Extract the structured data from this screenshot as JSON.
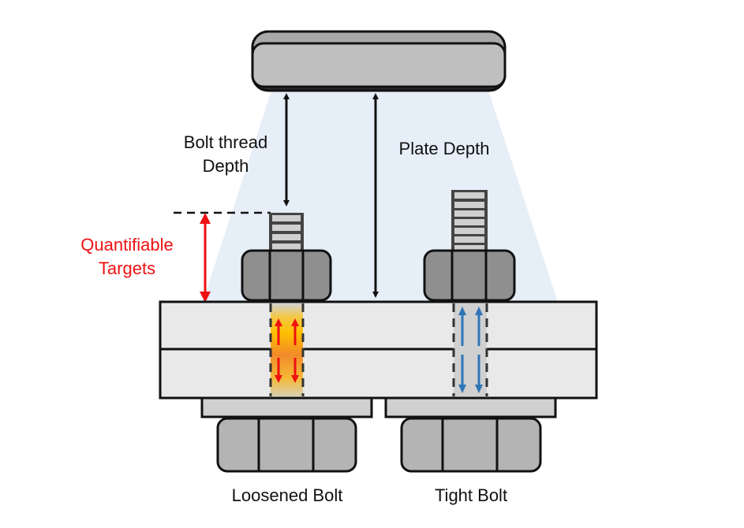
{
  "diagram": {
    "labels": {
      "bolt_thread_depth_line1": "Bolt thread",
      "bolt_thread_depth_line2": "Depth",
      "plate_depth": "Plate Depth",
      "quantifiable_targets_line1": "Quantifiable",
      "quantifiable_targets_line2": "Targets",
      "loosened_bolt": "Loosened Bolt",
      "tight_bolt": "Tight Bolt"
    },
    "components": {
      "sensor": "depth-camera",
      "plates": 2,
      "bolts": [
        {
          "name": "Loosened Bolt",
          "state": "loosened",
          "thread_rings_visible": 4,
          "stress_indicator": "heat-gradient"
        },
        {
          "name": "Tight Bolt",
          "state": "tight",
          "thread_rings_visible": 7,
          "stress_indicator": "blue-arrows"
        }
      ]
    },
    "colors": {
      "beam": "#e6eef8",
      "highlight_red": "#ee1111",
      "tension_blue": "#2e75b6",
      "heat_yellow": "#ffc000",
      "heat_orange": "#f28a2a",
      "plate_fill": "#e9e9e9",
      "nut_fill": "#8f8f8f",
      "head_fill": "#b4b4b4",
      "thread_fill": "#cfcfcf",
      "sensor_fill": "#bfbfbf"
    }
  }
}
